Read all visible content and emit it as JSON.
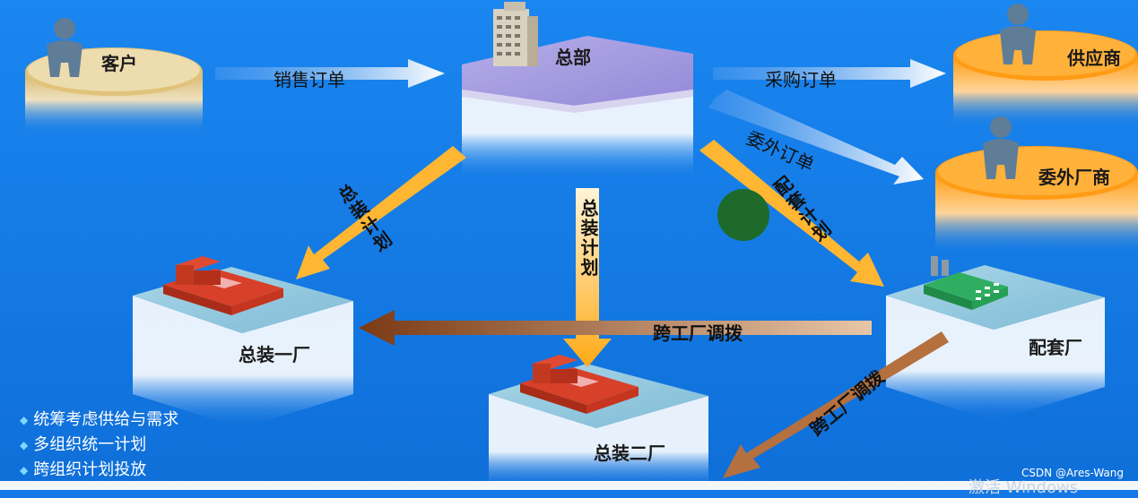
{
  "nodes": {
    "customer": "客户",
    "hq": "总部",
    "supplier": "供应商",
    "outsourcer": "委外厂商",
    "plant1": "总装一厂",
    "plant2": "总装二厂",
    "kitting": "配套厂"
  },
  "edges": {
    "sales_order": "销售订单",
    "purchase_order": "采购订单",
    "outsource_order": "委外订单",
    "assembly_plan_left": "总装计划",
    "assembly_plan_center": "总装计划",
    "kitting_plan": "配套计划",
    "transfer_horizontal": "跨工厂调拨",
    "transfer_diagonal": "跨工厂调拨"
  },
  "bullets": [
    "统筹考虑供给与需求",
    "多组织统一计划",
    "跨组织计划投放"
  ],
  "credit": "CSDN @Ares-Wang",
  "watermark": "激活 Windows",
  "colors": {
    "background": "#1479e6",
    "disk_gold": "#e3c88a",
    "disk_orange": "#ffa020",
    "hq_top": "#a79ce0",
    "platform_top": "#8fc6dd",
    "factory_red": "#d8402a",
    "kitting_green": "#2fae62",
    "arrow_orange": "#ffb733",
    "arrow_brown": "#8a4a22",
    "dot_green": "#1d6a2a"
  }
}
